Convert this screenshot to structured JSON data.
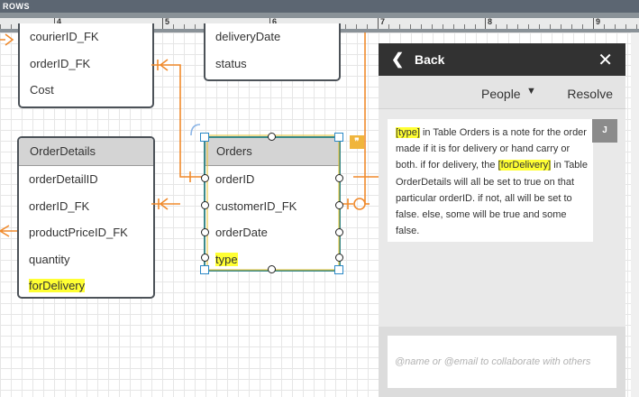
{
  "topbar": {
    "label": "ROWS"
  },
  "ruler": {
    "numbers": [
      "4",
      "5",
      "6",
      "7",
      "8",
      "9"
    ]
  },
  "tables": {
    "top_left": {
      "rows": [
        "courierID_FK",
        "orderID_FK",
        "Cost"
      ]
    },
    "top_mid": {
      "rows": [
        "deliveryDate",
        "status"
      ]
    },
    "order_details": {
      "title": "OrderDetails",
      "rows": [
        "orderDetailID",
        "orderID_FK",
        "productPriceID_FK",
        "quantity",
        "forDelivery"
      ]
    },
    "orders": {
      "title": "Orders",
      "rows": [
        "orderID",
        "customerID_FK",
        "orderDate",
        "type"
      ]
    }
  },
  "comment_badge": {
    "icon": "comment-quote-icon",
    "text": "❞"
  },
  "panel": {
    "back_label": "Back",
    "filter_label": "People",
    "resolve_label": "Resolve",
    "comment": {
      "avatar_initial": "J",
      "parts": [
        {
          "text": "[type]",
          "highlight": true
        },
        {
          "text": " in Table Orders is a note for the order made if it is for delivery or hand carry or both. if for delivery, the ",
          "highlight": false
        },
        {
          "text": "[forDelivery]",
          "highlight": true
        },
        {
          "text": " in Table OrderDetails will all be set to true on that particular orderID. if not, all will be set to false. else, some will be true and some false.",
          "highlight": false
        }
      ]
    },
    "reply_placeholder": "@name or @email to collaborate with others"
  },
  "colors": {
    "connector": "#f08a2c",
    "highlight": "#ffff33",
    "selection": "#3c8a8a",
    "panel_header": "#323232"
  }
}
